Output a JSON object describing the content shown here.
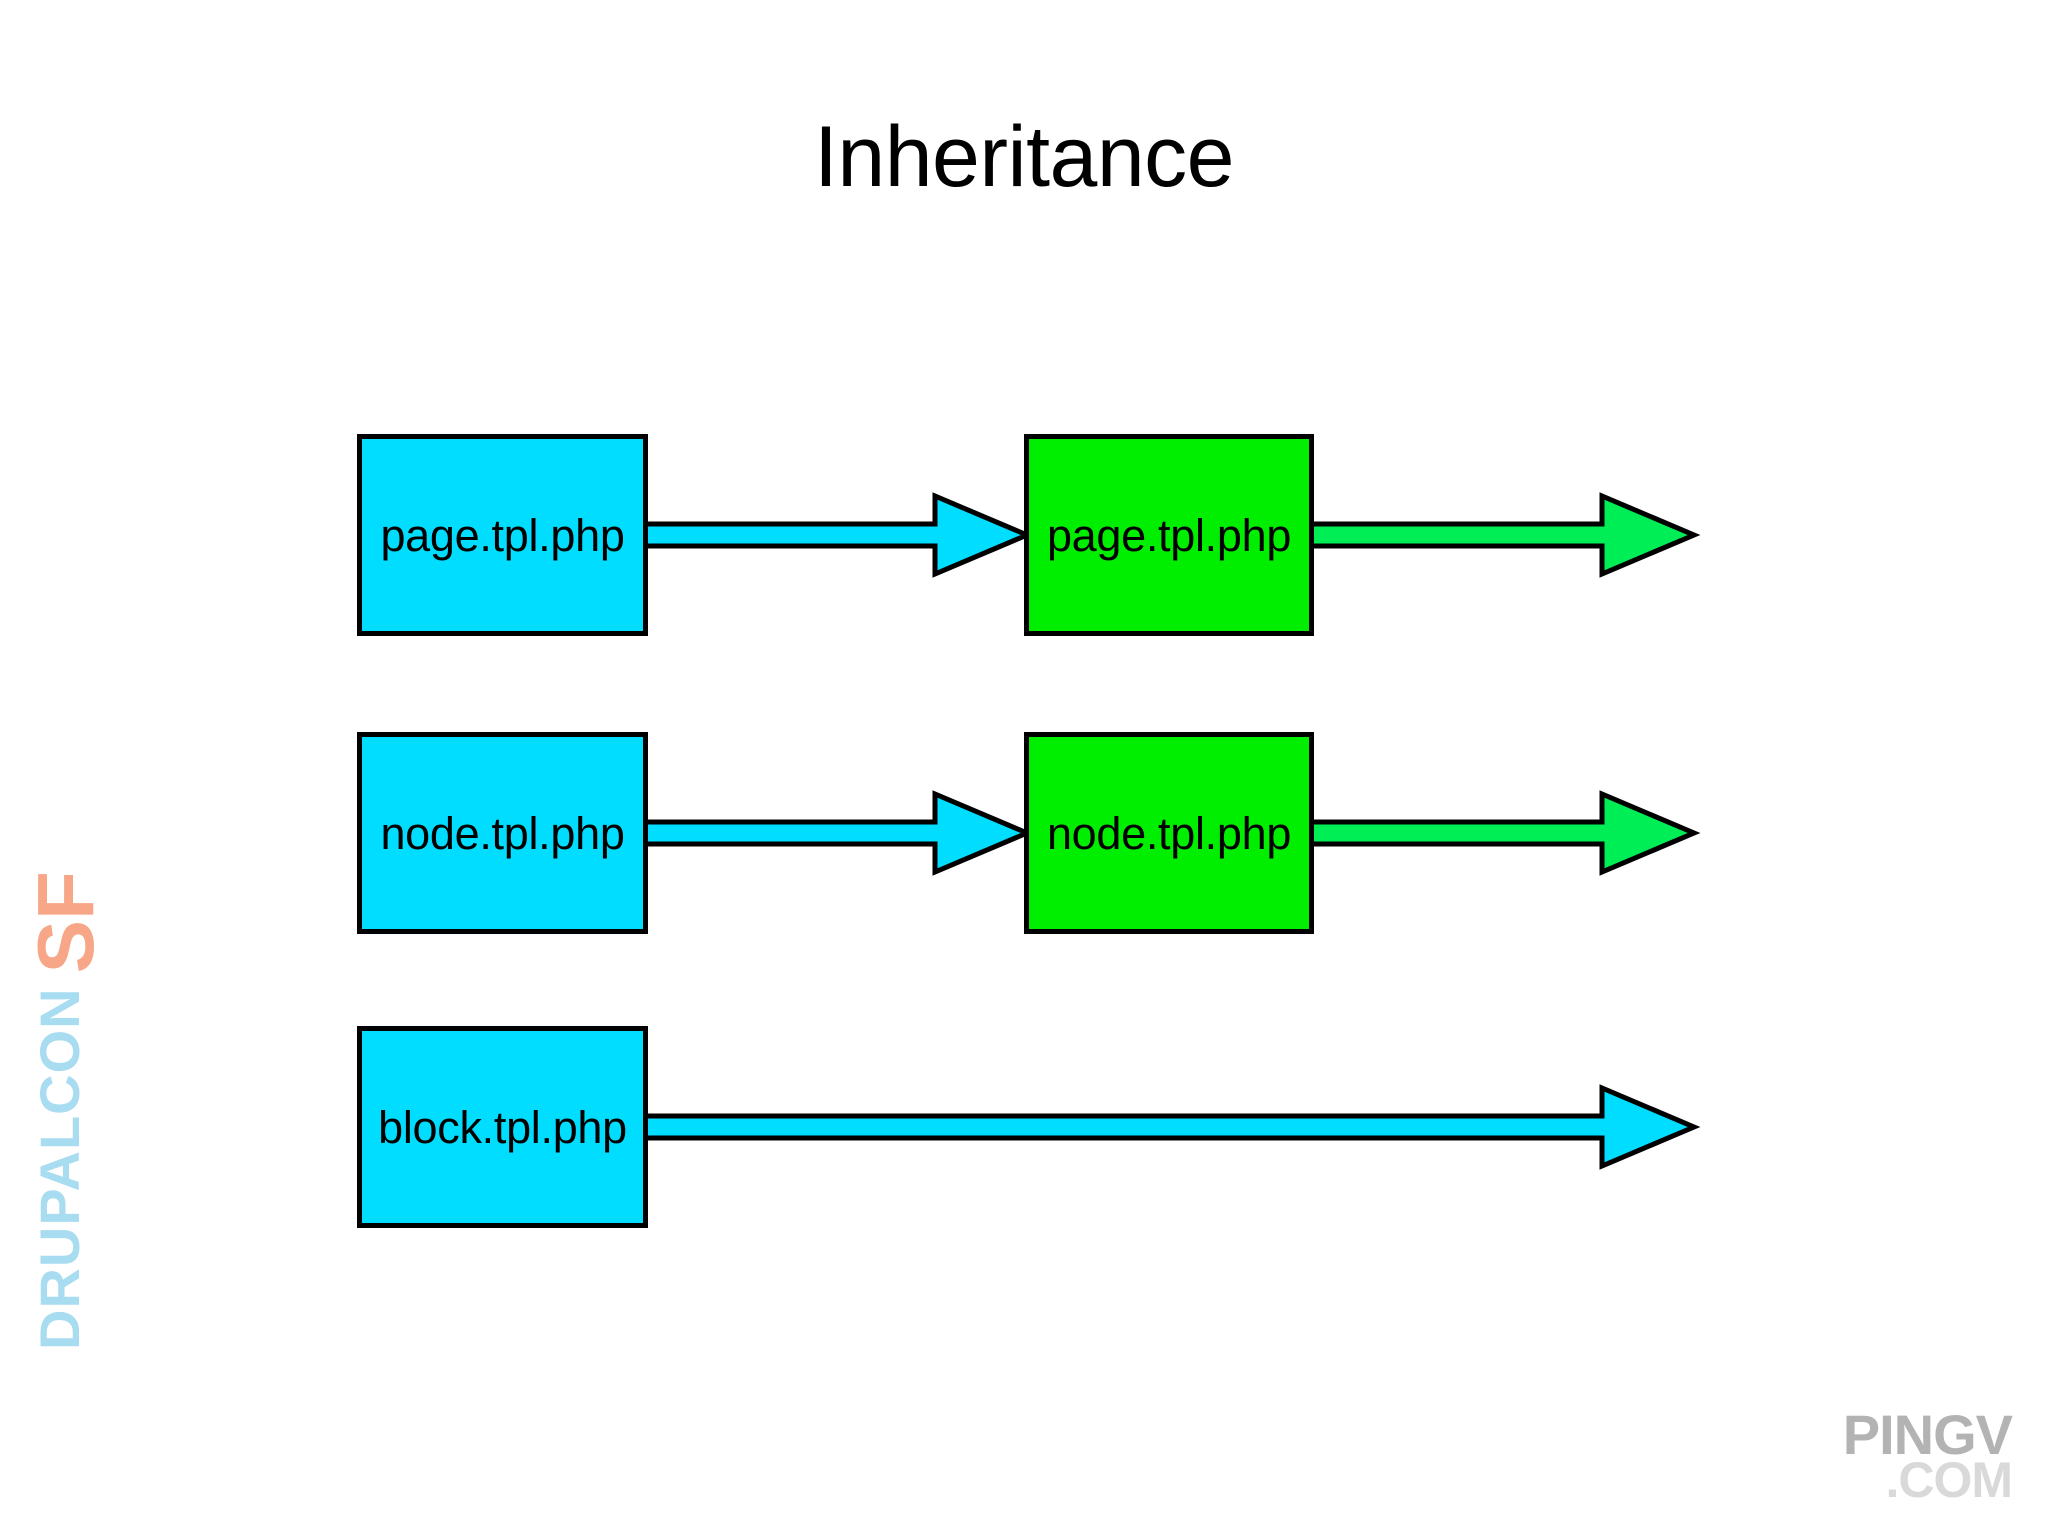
{
  "slide": {
    "title": "Inheritance",
    "background_color": "#FFFFFF"
  },
  "colors": {
    "blue_fill": "#00DDFF",
    "green_fill": "#00EE00",
    "green_arrow_fill": "#00EE55",
    "outline": "#000000",
    "drupalcon_blue": "#A8DCF0",
    "drupalcon_orange": "#F7A787",
    "pingv_gray": "#B3B3B3",
    "pingv_light_gray": "#D9D9D9"
  },
  "diagram": {
    "rows": [
      {
        "id": "page",
        "base_box": {
          "label": "page.tpl.php",
          "color": "#00DDFF"
        },
        "override_box": {
          "label": "page.tpl.php",
          "color": "#00EE00"
        },
        "arrows": [
          {
            "name": "base-to-override",
            "color": "#00DDFF"
          },
          {
            "name": "override-to-output",
            "color": "#00EE55"
          }
        ]
      },
      {
        "id": "node",
        "base_box": {
          "label": "node.tpl.php",
          "color": "#00DDFF"
        },
        "override_box": {
          "label": "node.tpl.php",
          "color": "#00EE00"
        },
        "arrows": [
          {
            "name": "base-to-override",
            "color": "#00DDFF"
          },
          {
            "name": "override-to-output",
            "color": "#00EE55"
          }
        ]
      },
      {
        "id": "block",
        "base_box": {
          "label": "block.tpl.php",
          "color": "#00DDFF"
        },
        "override_box": null,
        "arrows": [
          {
            "name": "base-to-output",
            "color": "#00DDFF"
          }
        ]
      }
    ]
  },
  "branding": {
    "drupalcon": {
      "word": "DRUPALCON",
      "city": "SF"
    },
    "pingv": {
      "word": "PINGV",
      "tld": ".COM"
    }
  }
}
